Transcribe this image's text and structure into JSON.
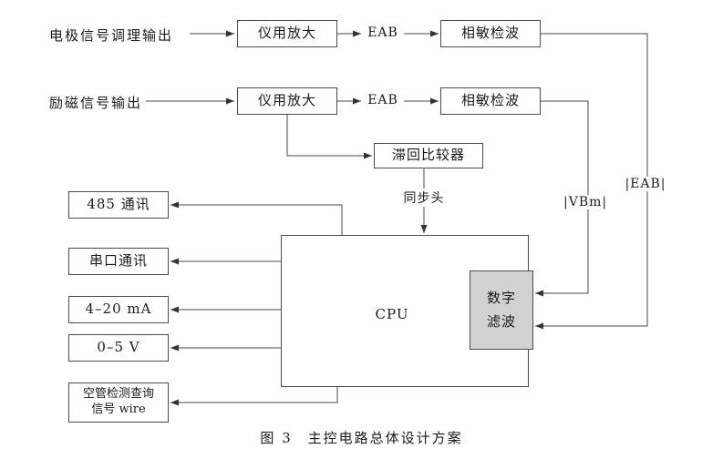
{
  "diagram": {
    "inputs": {
      "electrode": "电极信号调理输出",
      "excitation": "励磁信号输出"
    },
    "blocks": {
      "amp1": "仪用放大",
      "amp2": "仪用放大",
      "psd1": "相敏检波",
      "psd2": "相敏检波",
      "hysteresis": "滞回比较器",
      "cpu": "CPU",
      "digital_filter": {
        "line1": "数字",
        "line2": "滤波"
      },
      "comm_485": "485 通讯",
      "serial_comm": "串口通讯",
      "current_loop": "4–20 mA",
      "voltage_out": "0–5 V",
      "empty_pipe": {
        "line1": "空管检测查询",
        "line2": "信号 wire"
      }
    },
    "edge_labels": {
      "eab_top": "EAB",
      "eab_mid": "EAB",
      "sync_head": "同步头",
      "vbm_abs": "|VBm|",
      "eab_abs": "|EAB|"
    },
    "caption": "图 3　主控电路总体设计方案"
  }
}
